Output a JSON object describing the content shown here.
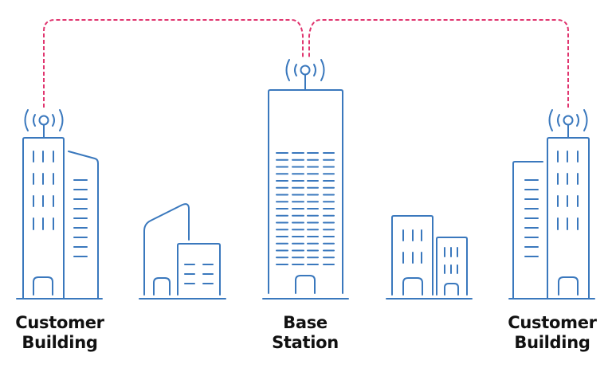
{
  "diagram": {
    "type": "network-topology",
    "colors": {
      "building_stroke": "#3a78bd",
      "link_stroke": "#e0356f",
      "label_text": "#111111",
      "background": "#ffffff"
    },
    "nodes": [
      {
        "id": "customer-left",
        "role": "Customer Building",
        "line1": "Customer",
        "line2": "Building",
        "has_antenna": true
      },
      {
        "id": "filler-left",
        "role": "building",
        "has_antenna": false
      },
      {
        "id": "base-station",
        "role": "Base Station",
        "line1": "Base",
        "line2": "Station",
        "has_antenna": true
      },
      {
        "id": "filler-right",
        "role": "building",
        "has_antenna": false
      },
      {
        "id": "customer-right",
        "role": "Customer Building",
        "line1": "Customer",
        "line2": "Building",
        "has_antenna": true
      }
    ],
    "links": [
      {
        "from": "base-station",
        "to": "customer-left",
        "style": "dashed",
        "icon": "wireless-signal-icon"
      },
      {
        "from": "base-station",
        "to": "customer-right",
        "style": "dashed",
        "icon": "wireless-signal-icon"
      }
    ]
  },
  "labels": {
    "left": {
      "line1": "Customer",
      "line2": "Building"
    },
    "center": {
      "line1": "Base",
      "line2": "Station"
    },
    "right": {
      "line1": "Customer",
      "line2": "Building"
    }
  }
}
